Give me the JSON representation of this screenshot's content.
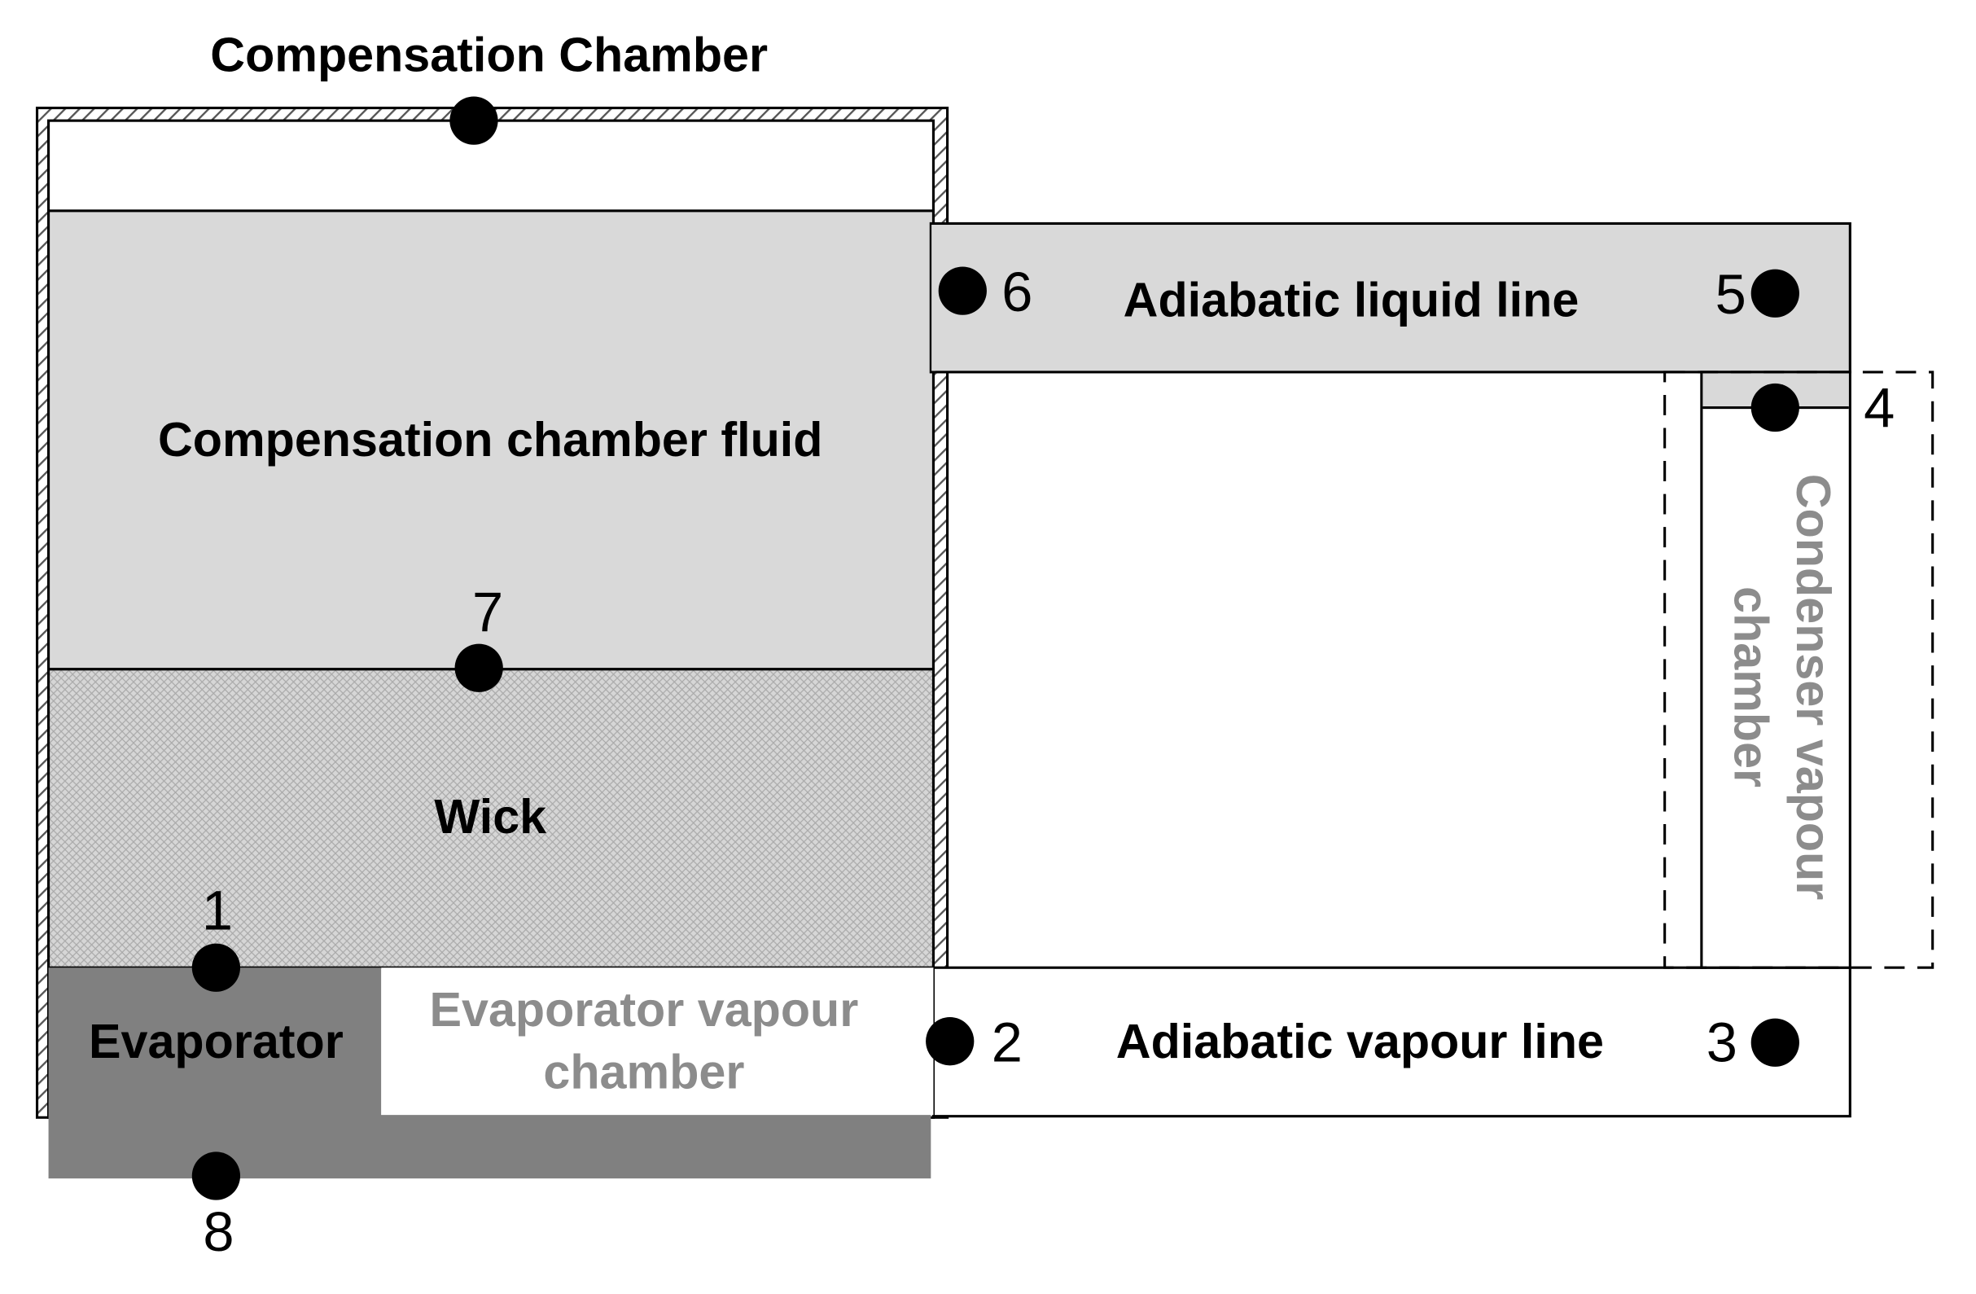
{
  "labels": {
    "compensation_chamber": "Compensation Chamber",
    "compensation_chamber_fluid": "Compensation chamber fluid",
    "wick": "Wick",
    "evaporator": "Evaporator",
    "evaporator_vapour_chamber_line1": "Evaporator vapour",
    "evaporator_vapour_chamber_line2": "chamber",
    "adiabatic_liquid_line": "Adiabatic liquid line",
    "adiabatic_vapour_line": "Adiabatic vapour line",
    "condenser_vapour_chamber_line1": "Condenser vapour",
    "condenser_vapour_chamber_line2": "chamber"
  },
  "nodes": [
    "1",
    "2",
    "3",
    "4",
    "5",
    "6",
    "7",
    "8"
  ],
  "colors": {
    "fluid_fill": "#d9d9d9",
    "wick_fill": "#d6d6d6",
    "evaporator_fill": "#808080",
    "gray_text": "#8c8c8c",
    "outline": "#000000"
  }
}
